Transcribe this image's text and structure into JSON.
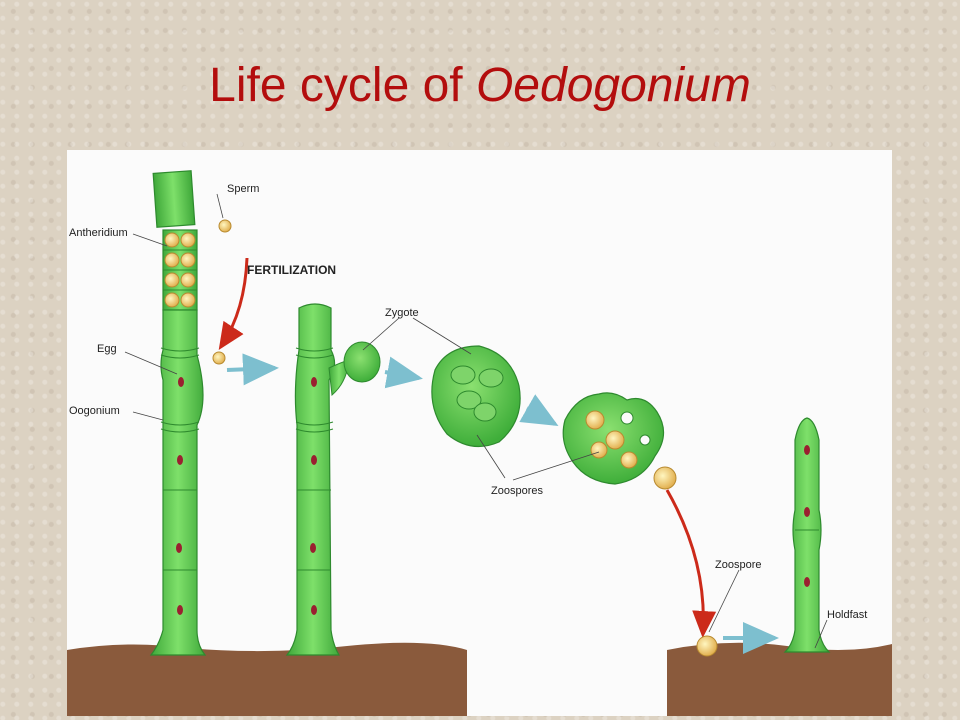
{
  "title": {
    "main": "Life cycle of ",
    "italic": "Oedogonium"
  },
  "labels": {
    "sperm": "Sperm",
    "antheridium": "Antheridium",
    "fertilization": "FERTILIZATION",
    "egg": "Egg",
    "oogonium": "Oogonium",
    "zygote": "Zygote",
    "zoospores": "Zoospores",
    "zoospore": "Zoospore",
    "holdfast": "Holdfast"
  },
  "colors": {
    "title": "#b30d0d",
    "filament": "#5cc84c",
    "filament_dark": "#2e8a2e",
    "soil": "#8a5a3c",
    "arrow_blue": "#7dbfcf",
    "arrow_red": "#cc2a1a",
    "nucleus": "#9a2030"
  }
}
